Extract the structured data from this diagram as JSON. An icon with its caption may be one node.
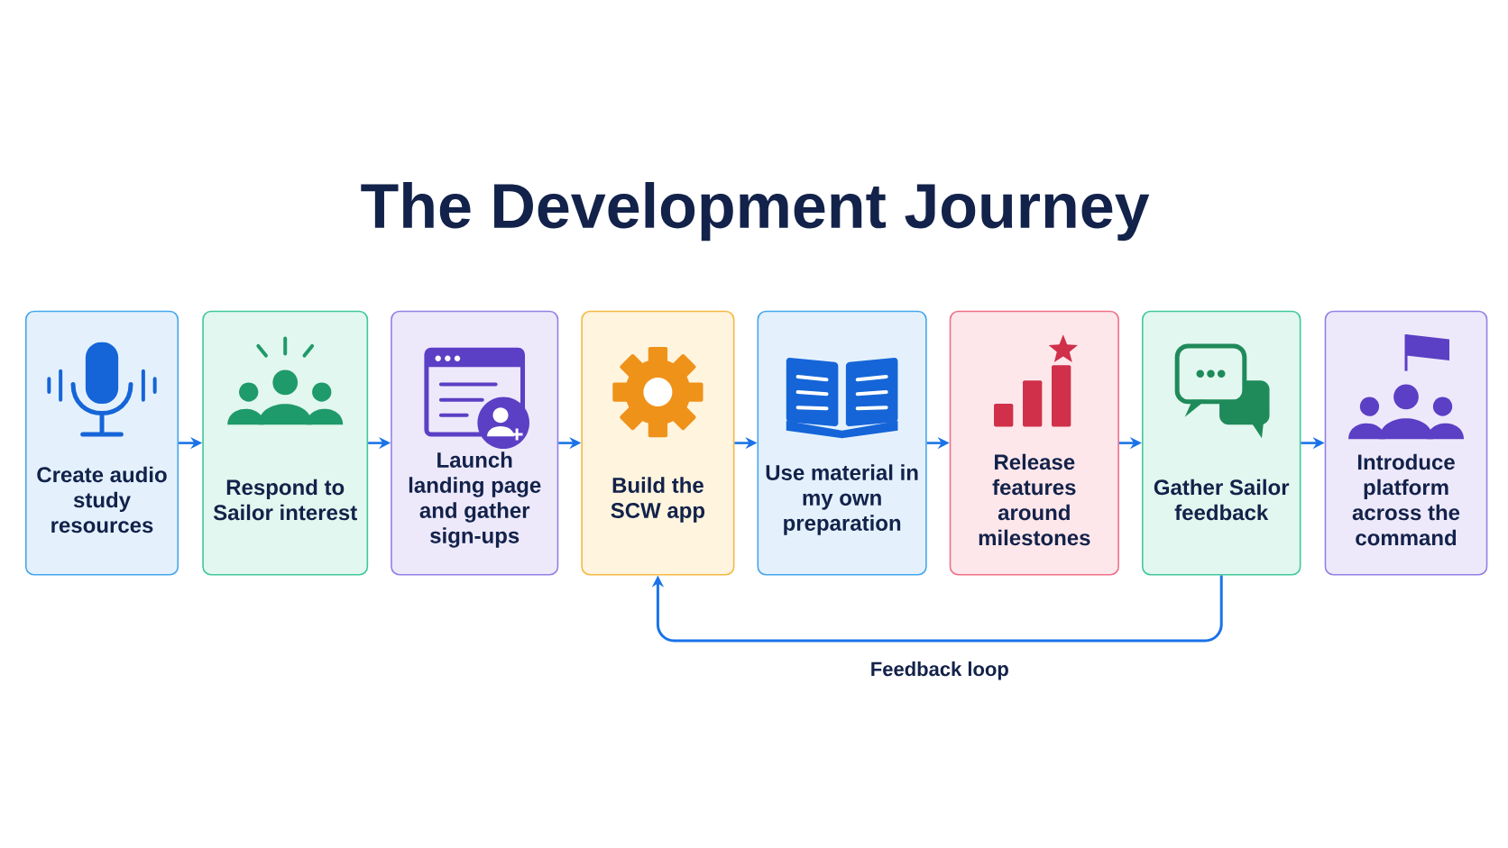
{
  "diagram": {
    "title": "The Development Journey",
    "nodes": [
      {
        "text": [
          "Create audio study resources"
        ]
      },
      {
        "text": [
          "Respond to Sailor interest"
        ]
      },
      {
        "text": [
          "Launch landing page and gather sign-ups"
        ]
      },
      {
        "text": [
          "Build the SCW app"
        ]
      },
      {
        "text": [
          "Use material in my own preparation"
        ]
      },
      {
        "text": [
          "Release features around milestones"
        ]
      },
      {
        "text": [
          "Gather Sailor feedback"
        ]
      },
      {
        "text": [
          "Introduce platform across the command"
        ]
      }
    ],
    "edges": [
      {
        "from": 0,
        "to": 1,
        "arrow": "to"
      },
      {
        "from": 1,
        "to": 2,
        "arrow": "to"
      },
      {
        "from": 2,
        "to": 3,
        "arrow": "to"
      },
      {
        "from": 3,
        "to": 4,
        "arrow": "to"
      },
      {
        "from": 4,
        "to": 5,
        "arrow": "to"
      },
      {
        "from": 5,
        "to": 6,
        "arrow": "to"
      },
      {
        "from": 6,
        "to": 7,
        "arrow": "to"
      },
      {
        "from": 6,
        "to": 3,
        "arrow": "to",
        "label": "Feedback loop"
      }
    ]
  }
}
